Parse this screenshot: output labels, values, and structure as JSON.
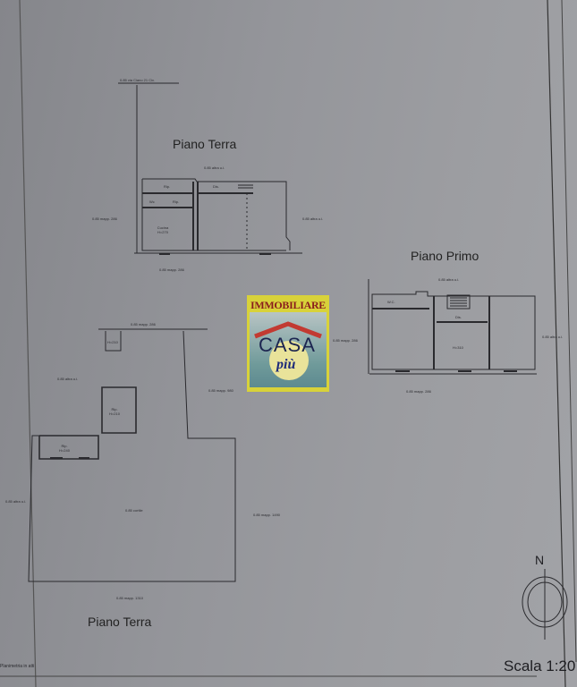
{
  "titles": {
    "ground_floor_top": "Piano Terra",
    "first_floor": "Piano Primo",
    "ground_floor_bottom": "Piano Terra"
  },
  "logo": {
    "line1": "IMMOBILIARE",
    "line2": "CASA",
    "line3": "più"
  },
  "labels": {
    "top_road": "0.85 via Ciano 21 Civ.",
    "pt_top_neighbor": "0.85 altra u.i.",
    "pt_left": "0.85 mapp. 286",
    "pt_right": "0.85 altra u.i.",
    "pt_bottom": "0.85 mapp. 286",
    "pt_room_small1": "Rip.",
    "pt_room_small2": "Dis.",
    "pt_room_wc1": "Wc",
    "pt_room_wc2": "Rip.",
    "pt_room_main": "Cucina H=270",
    "pp_top": "0.85 altra u.i.",
    "pp_left": "0.85 mapp. 286",
    "pp_right": "0.85 altra u.i.",
    "pp_bottom": "0.85 mapp. 286",
    "pp_wc": "W.C.",
    "pp_dis": "Dis.",
    "pp_height": "H=310",
    "lot_top": "0.85 mapp. 286",
    "lot_left": "0.85 altra u.i.",
    "lot_left2": "0.85 altra u.i.",
    "lot_mid": "0.85 mapp. 980",
    "lot_right": "0.85 mapp. 1490",
    "lot_center": "0.85 cortile",
    "lot_bottom": "0.85 mapp. 1310",
    "shed1": "H=210",
    "shed2": "Rip. H=210",
    "shed3": "Rip. H=240",
    "footer_left": "Planimetria in atti"
  },
  "compass": {
    "north": "N"
  },
  "scale": "Scala 1:20"
}
